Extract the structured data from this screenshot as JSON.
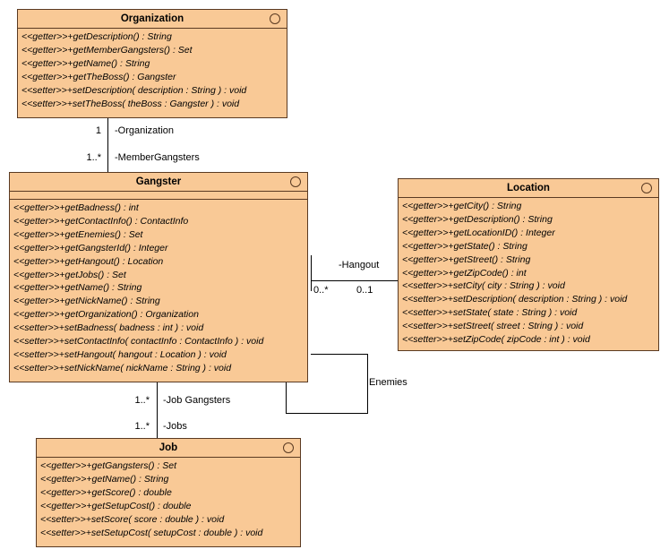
{
  "diagram": {
    "type": "uml-class-diagram",
    "colors": {
      "class_fill": "#f9c996",
      "class_border": "#5a3a22",
      "line": "#000000",
      "text": "#000000"
    }
  },
  "classes": [
    {
      "id": "organization",
      "name": "Organization",
      "icon": "circle-icon",
      "attributes": [],
      "has_empty_attribute_compartment": false,
      "members": [
        "<<getter>>+getDescription() : String",
        "<<getter>>+getMemberGangsters() : Set",
        "<<getter>>+getName() : String",
        "<<getter>>+getTheBoss() : Gangster",
        "<<setter>>+setDescription( description : String ) : void",
        "<<setter>>+setTheBoss( theBoss : Gangster ) : void"
      ]
    },
    {
      "id": "gangster",
      "name": "Gangster",
      "icon": "circle-icon",
      "attributes": [],
      "has_empty_attribute_compartment": true,
      "members": [
        "<<getter>>+getBadness() : int",
        "<<getter>>+getContactInfo() : ContactInfo",
        "<<getter>>+getEnemies() : Set",
        "<<getter>>+getGangsterId() : Integer",
        "<<getter>>+getHangout() : Location",
        "<<getter>>+getJobs() : Set",
        "<<getter>>+getName() : String",
        "<<getter>>+getNickName() : String",
        "<<getter>>+getOrganization() : Organization",
        "<<setter>>+setBadness( badness : int ) : void",
        "<<setter>>+setContactInfo( contactInfo : ContactInfo ) : void",
        "<<setter>>+setHangout( hangout : Location ) : void",
        "<<setter>>+setNickName( nickName : String ) : void"
      ]
    },
    {
      "id": "location",
      "name": "Location",
      "icon": "circle-icon",
      "attributes": [],
      "has_empty_attribute_compartment": false,
      "members": [
        "<<getter>>+getCity() : String",
        "<<getter>>+getDescription() : String",
        "<<getter>>+getLocationID() : Integer",
        "<<getter>>+getState() : String",
        "<<getter>>+getStreet() : String",
        "<<getter>>+getZipCode() : int",
        "<<setter>>+setCity( city : String ) : void",
        "<<setter>>+setDescription( description : String ) : void",
        "<<setter>>+setState( state : String ) : void",
        "<<setter>>+setStreet( street : String ) : void",
        "<<setter>>+setZipCode( zipCode : int ) : void"
      ]
    },
    {
      "id": "job",
      "name": "Job",
      "icon": "circle-icon",
      "attributes": [],
      "has_empty_attribute_compartment": false,
      "members": [
        "<<getter>>+getGangsters() : Set",
        "<<getter>>+getName() : String",
        "<<getter>>+getScore() : double",
        "<<getter>>+getSetupCost() : double",
        "<<setter>>+setScore( score : double ) : void",
        "<<setter>>+setSetupCost( setupCost : double ) : void"
      ]
    }
  ],
  "associations": [
    {
      "id": "org-gangster",
      "from": "organization",
      "to": "gangster",
      "ends": [
        {
          "multiplicity": "1",
          "role": "-Organization"
        },
        {
          "multiplicity": "1..*",
          "role": "-MemberGangsters"
        }
      ]
    },
    {
      "id": "gangster-location",
      "from": "gangster",
      "to": "location",
      "label": "-Hangout",
      "ends": [
        {
          "multiplicity": "0..*",
          "role": ""
        },
        {
          "multiplicity": "0..1",
          "role": ""
        }
      ]
    },
    {
      "id": "gangster-enemies",
      "from": "gangster",
      "to": "gangster",
      "label": "Enemies",
      "ends": []
    },
    {
      "id": "gangster-job",
      "from": "gangster",
      "to": "job",
      "ends": [
        {
          "multiplicity": "1..*",
          "role": "-Job Gangsters"
        },
        {
          "multiplicity": "1..*",
          "role": "-Jobs"
        }
      ]
    }
  ]
}
